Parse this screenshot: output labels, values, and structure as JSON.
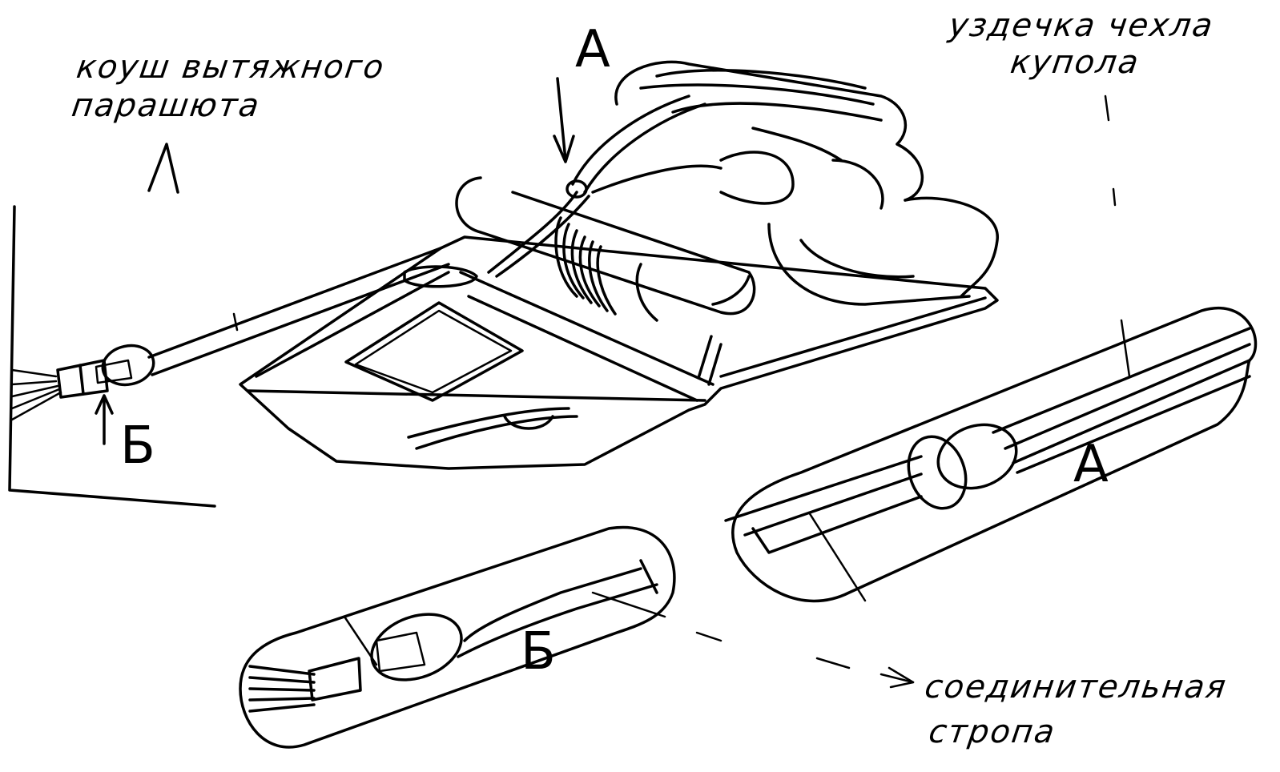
{
  "labels": {
    "pilot_chute_thimble_l1": "коуш вытяжного",
    "pilot_chute_thimble_l2": "парашюта",
    "canopy_cover_bridle_l1": "уздечка чехла",
    "canopy_cover_bridle_l2": "купола",
    "connecting_line_l1": "соединительная",
    "connecting_line_l2": "стропа",
    "marker_a_top": "А",
    "marker_b_left": "Б",
    "marker_a_detail": "А",
    "marker_b_detail": "Б"
  },
  "colors": {
    "ink": "#000000",
    "paper": "#ffffff"
  }
}
